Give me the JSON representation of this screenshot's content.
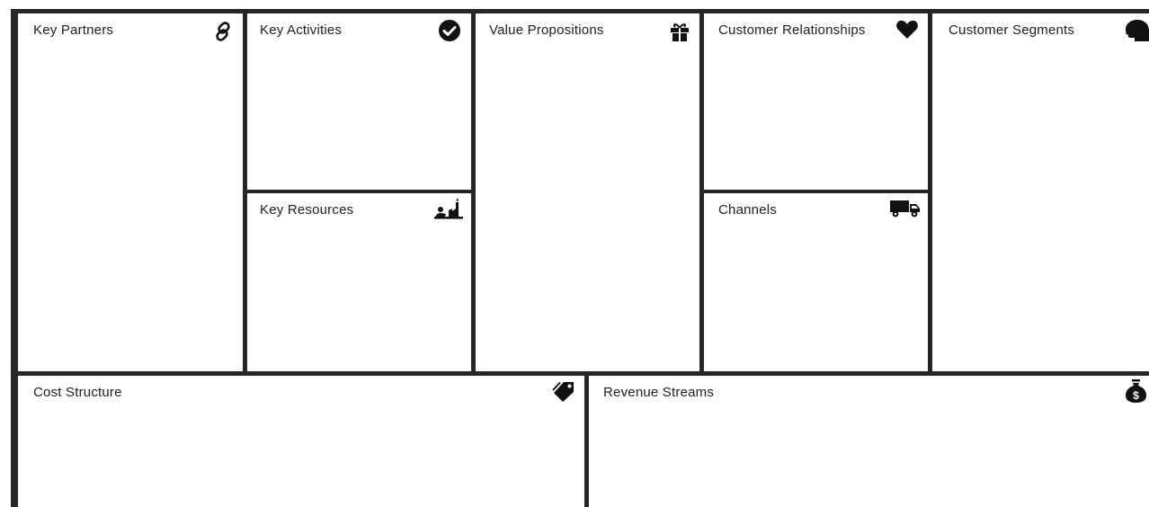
{
  "canvas": {
    "blocks": {
      "key_partners": {
        "label": "Key Partners",
        "icon": "link-icon"
      },
      "key_activities": {
        "label": "Key Activities",
        "icon": "checkmark-circle-icon"
      },
      "key_resources": {
        "label": "Key Resources",
        "icon": "factory-worker-icon"
      },
      "value_propositions": {
        "label": "Value Propositions",
        "icon": "gift-icon"
      },
      "customer_relationships": {
        "label": "Customer Relationships",
        "icon": "heart-icon"
      },
      "channels": {
        "label": "Channels",
        "icon": "delivery-truck-icon"
      },
      "customer_segments": {
        "label": "Customer Segments",
        "icon": "person-head-icon"
      },
      "cost_structure": {
        "label": "Cost Structure",
        "icon": "price-tag-icon"
      },
      "revenue_streams": {
        "label": "Revenue Streams",
        "icon": "money-bag-icon"
      }
    },
    "colors": {
      "line": "#262626",
      "background": "#ffffff",
      "text": "#202020"
    }
  }
}
